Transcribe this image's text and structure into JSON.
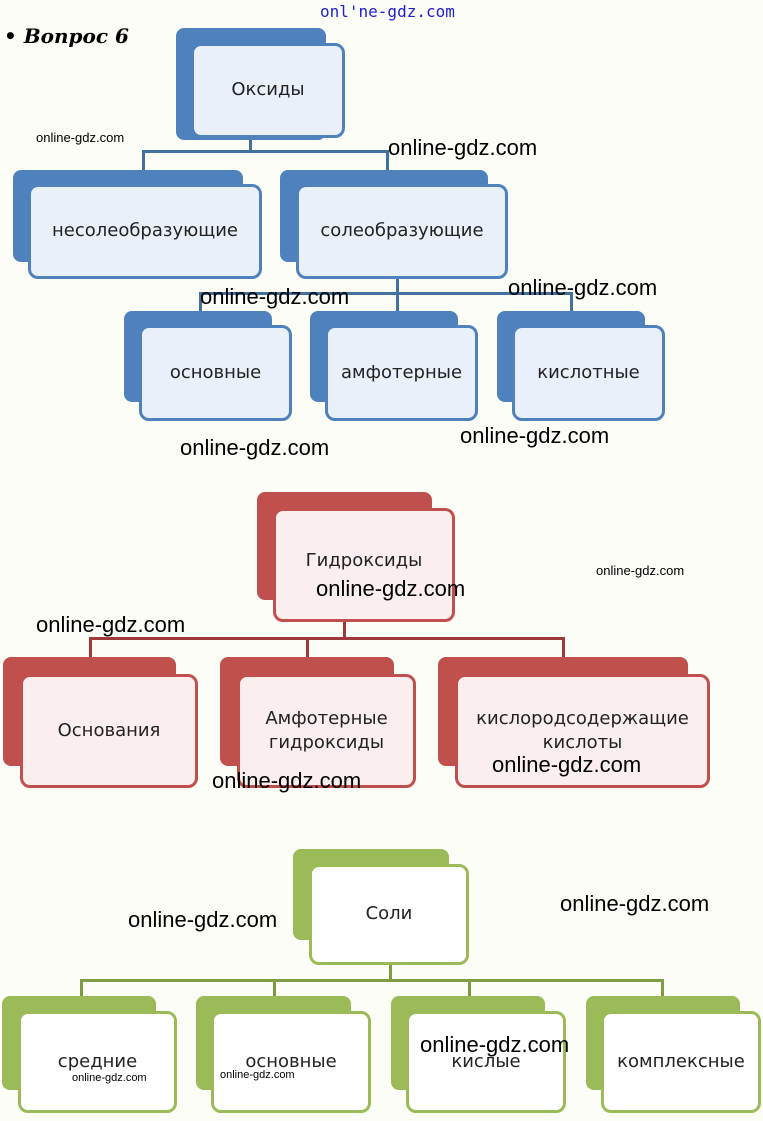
{
  "header": {
    "title": "• Вопрос 6",
    "top_watermark": "onl'ne-gdz.com"
  },
  "oxides": {
    "root": "Оксиды",
    "level1": [
      "несолеобразующие",
      "солеобразующие"
    ],
    "level2": [
      "основные",
      "амфотерные",
      "кислотные"
    ]
  },
  "hydroxides": {
    "root": "Гидроксиды",
    "children": [
      "Основания",
      "Амфотерные гидроксиды",
      "кислородсодержащие кислоты"
    ]
  },
  "salts": {
    "root": "Соли",
    "children": [
      "средние",
      "основные",
      "кислые",
      "комплексные"
    ]
  },
  "watermarks": [
    "online-gdz.com",
    "online-gdz.com",
    "online-gdz.com",
    "online-gdz.com",
    "online-gdz.com",
    "online-gdz.com",
    "online-gdz.com",
    "online-gdz.com",
    "online-gdz.com",
    "online-gdz.com",
    "online-gdz.com",
    "online-gdz.com",
    "online-gdz.com",
    "online-gdz.com",
    "online-gdz.com",
    "online-gdz.com"
  ],
  "colors": {
    "oxides": "#4f81bd",
    "hydroxides": "#c0504d",
    "salts": "#9bbb59"
  }
}
